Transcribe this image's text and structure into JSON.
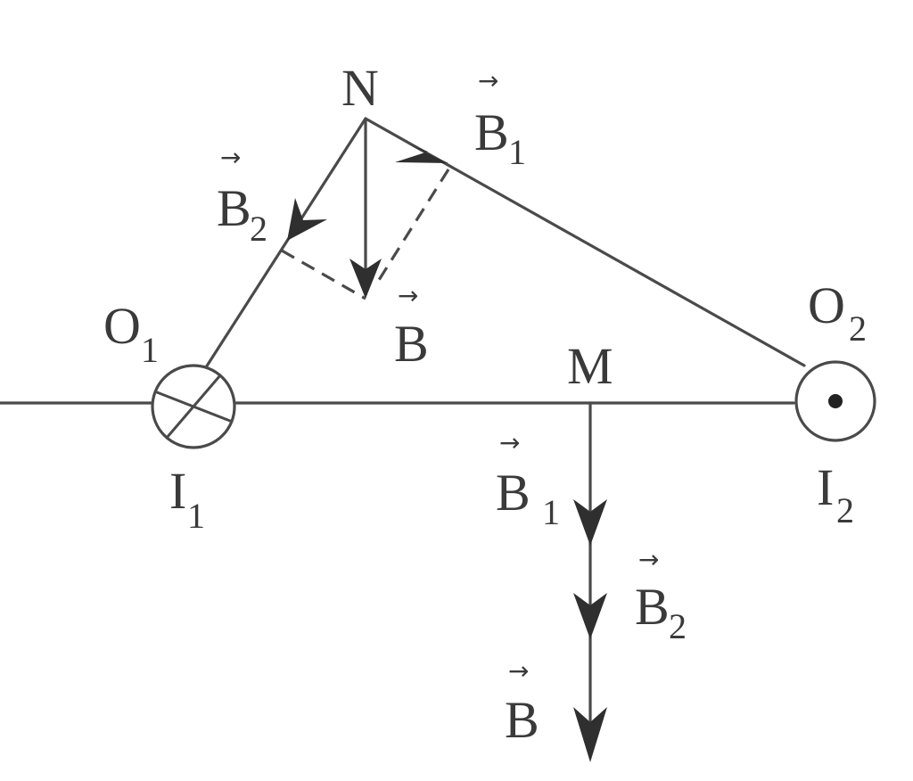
{
  "points": {
    "O1": "O",
    "O1_sub": "1",
    "O2": "O",
    "O2_sub": "2",
    "N": "N",
    "M": "M"
  },
  "currents": {
    "I1": "I",
    "I1_sub": "1",
    "I2": "I",
    "I2_sub": "2"
  },
  "vectors": {
    "arrow": "→",
    "B": "B",
    "sub1": "1",
    "sub2": "2"
  },
  "wire_symbols": {
    "I1_direction": "into-page-cross-icon",
    "I2_direction": "out-of-page-dot-icon"
  },
  "colors": {
    "stroke": "#4a4a4a",
    "arrowhead": "#2f2f2f",
    "text": "#3a3a3a"
  }
}
